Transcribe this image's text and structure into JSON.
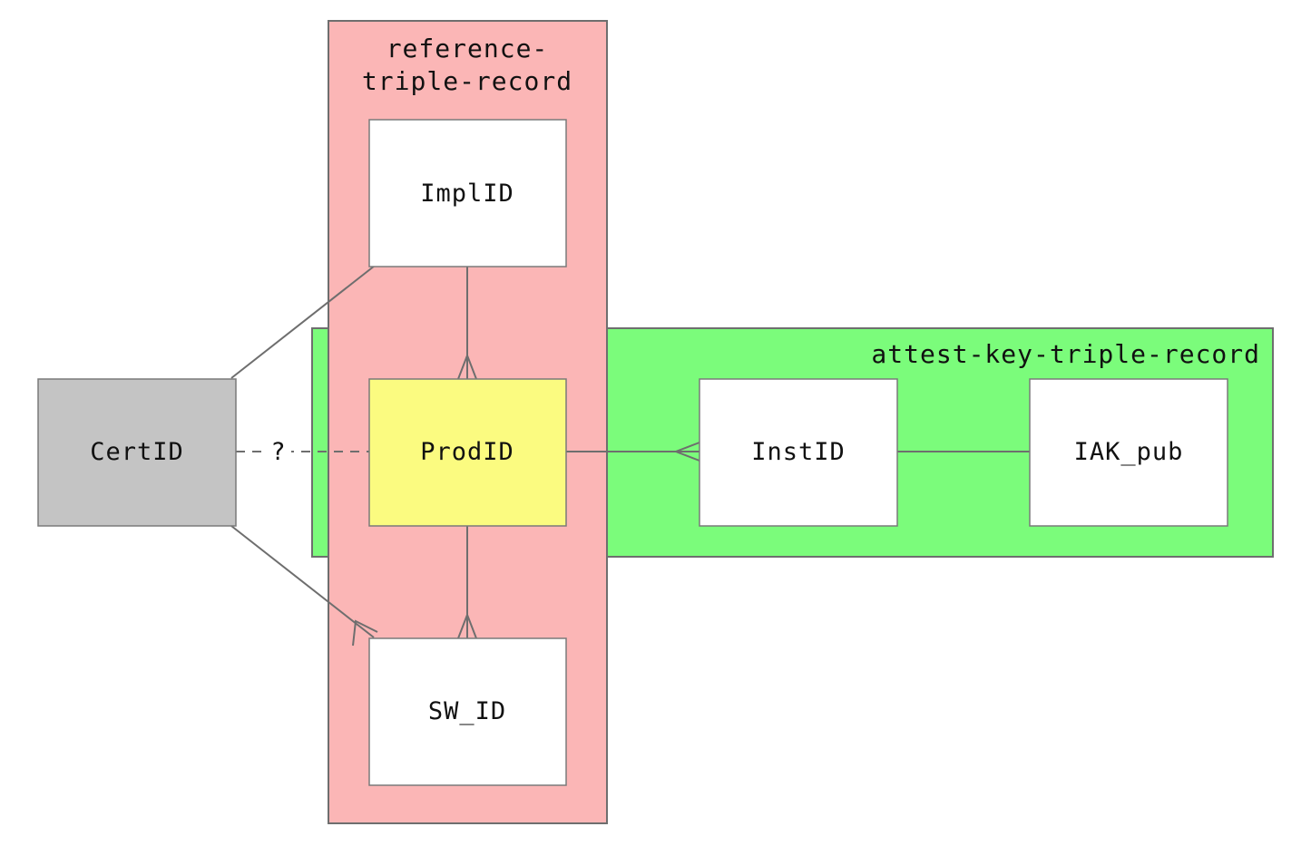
{
  "groups": {
    "reference": {
      "title_line1": "reference-",
      "title_line2": "triple-record",
      "color": "#fbb6b6"
    },
    "attest_key": {
      "title": "attest-key-triple-record",
      "color": "#7bfc7b"
    }
  },
  "nodes": {
    "cert_id": {
      "label": "CertID",
      "color": "#c4c4c4"
    },
    "impl_id": {
      "label": "ImplID",
      "color": "#ffffff"
    },
    "prod_id": {
      "label": "ProdID",
      "color": "#fbfb80"
    },
    "sw_id": {
      "label": "SW_ID",
      "color": "#ffffff"
    },
    "inst_id": {
      "label": "InstID",
      "color": "#ffffff"
    },
    "iak_pub": {
      "label": "IAK_pub",
      "color": "#ffffff"
    }
  },
  "edges": {
    "cert_prod_label": "?"
  }
}
